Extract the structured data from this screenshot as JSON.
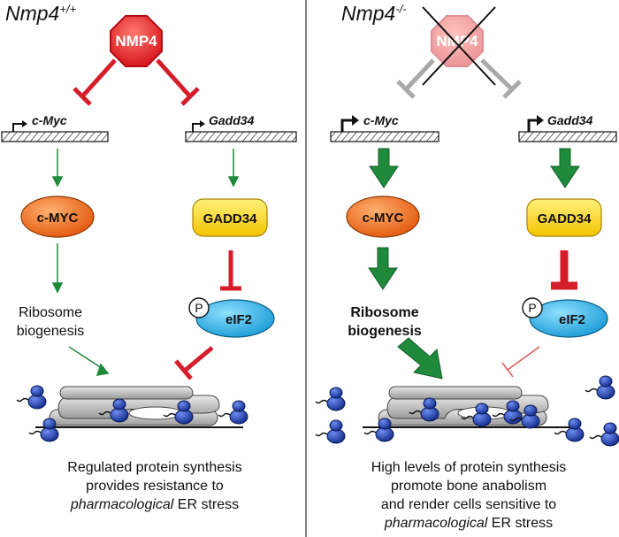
{
  "panels": {
    "left": {
      "title": "Nmp4",
      "title_sup": "+/+",
      "repressor": "NMP4",
      "gene_left": "c-Myc",
      "gene_right": "Gadd34",
      "protein_left": "c-MYC",
      "protein_right": "GADD34",
      "process_line1": "Ribosome",
      "process_line2": "biogenesis",
      "phospho": "P",
      "factor": "eIF2",
      "caption_line1": "Regulated protein synthesis",
      "caption_line2": "provides resistance to",
      "caption_line3_italic": "pharmacological",
      "caption_line3_rest": " ER stress"
    },
    "right": {
      "title": "Nmp4",
      "title_sup": "-/-",
      "repressor": "NMP4",
      "gene_left": "c-Myc",
      "gene_right": "Gadd34",
      "protein_left": "c-MYC",
      "protein_right": "GADD34",
      "process_line1": "Ribosome",
      "process_line2": "biogenesis",
      "phospho": "P",
      "factor": "eIF2",
      "caption_line1": "High levels of protein synthesis",
      "caption_line2": "promote bone anabolism",
      "caption_line3": "and render cells sensitive to",
      "caption_line4_italic": "pharmacological",
      "caption_line4_rest": " ER stress"
    }
  },
  "colors": {
    "activation_green": "#1f8a3a",
    "inhibition_red": "#d51e2a",
    "inhibition_gray": "#a9a9a9",
    "stop_sign_red": "#e11b22",
    "c_myc_orange": "#f06a17",
    "gadd34_yellow": "#ffd200",
    "eif2_blue": "#1aa8e0",
    "ribosome_blue": "#1d3ca8",
    "er_gray": "#b5b5b5"
  }
}
